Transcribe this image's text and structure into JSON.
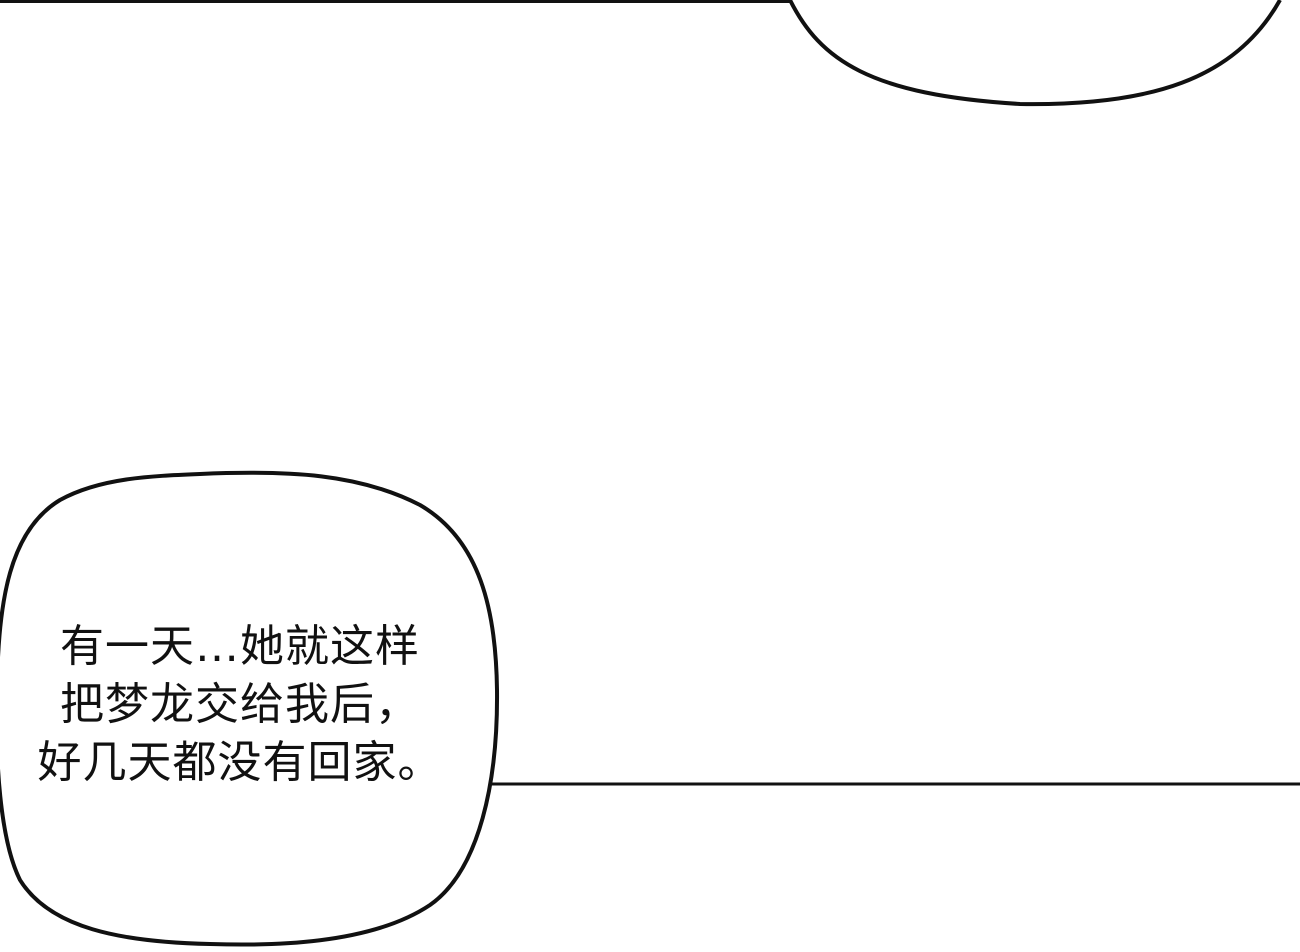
{
  "colors": {
    "background": "#ffffff",
    "ink": "#111111"
  },
  "speech_bubble": {
    "lines": [
      "有一天…她就这样",
      "把梦龙交给我后，",
      "好几天都没有回家。"
    ]
  }
}
